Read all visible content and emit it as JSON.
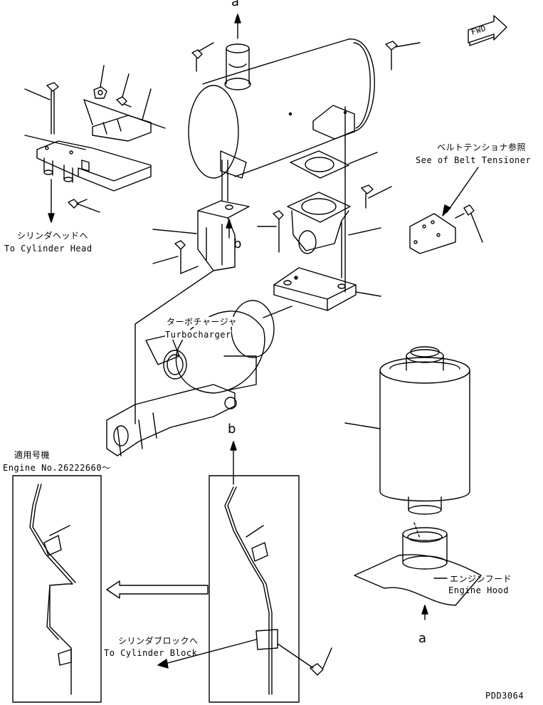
{
  "callouts": {
    "letter_a_top": "a",
    "letter_a_bottom": "a",
    "letter_b_mid": "b",
    "letter_b_box": "b"
  },
  "fwd_badge": "FWD",
  "labels": {
    "cylinder_head_jp": "シリンダヘッドへ",
    "cylinder_head_en": "To Cylinder Head",
    "belt_tensioner_jp": "ベルトテンショナ参照",
    "belt_tensioner_en": "See of Belt Tensioner",
    "turbocharger_jp": "ターボチャージャ",
    "turbocharger_en": "Turbocharger",
    "applicable_jp": "適用号機",
    "engine_no": "Engine No.26222660～",
    "engine_hood_jp": "エンジンフード",
    "engine_hood_en": "Engine Hood",
    "cylinder_block_jp": "シリンダブロックへ",
    "cylinder_block_en": "To Cylinder Block",
    "drawing_code": "PDD3064"
  }
}
